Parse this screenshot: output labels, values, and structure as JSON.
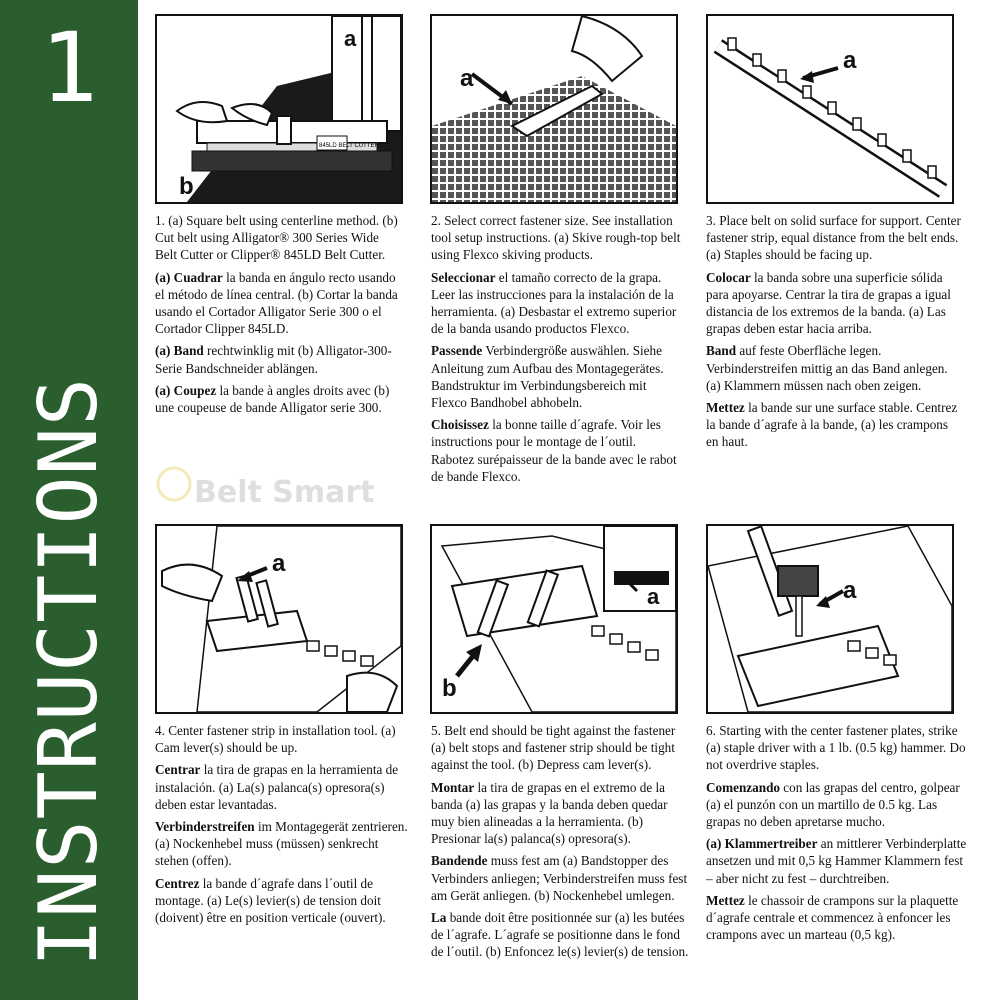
{
  "sidebar": {
    "step_number": "1",
    "title": "INSTRUCTIONS",
    "color": "#2b5e2f"
  },
  "watermark": {
    "text": "Belt Smart"
  },
  "panels": [
    {
      "labels": [
        "a",
        "b"
      ],
      "tool_label": "845LD BELT CUTTER"
    },
    {
      "labels": [
        "a"
      ]
    },
    {
      "labels": [
        "a"
      ]
    },
    {
      "labels": [
        "a"
      ]
    },
    {
      "labels": [
        "a",
        "b"
      ]
    },
    {
      "labels": [
        "a"
      ]
    }
  ],
  "steps": [
    {
      "en": "1. (a) Square belt using centerline method. (b) Cut belt using Alligator® 300 Series Wide Belt Cutter or Clipper® 845LD Belt Cutter.",
      "es_lead": "(a) Cuadrar",
      "es": " la banda en ángulo recto usando el método de línea central. (b) Cortar la banda usando el Cortador Alligator Serie 300 o el Cortador Clipper 845LD.",
      "de_lead": "(a) Band",
      "de": " rechtwinklig mit (b) Alligator-300-Serie Bandschneider ablängen.",
      "fr_lead": "(a) Coupez",
      "fr": " la bande à angles droits avec (b) une coupeuse de bande Alligator serie 300."
    },
    {
      "en": "2. Select correct fastener size. See installation tool setup instructions. (a) Skive rough-top belt using Flexco skiving products.",
      "es_lead": "Seleccionar",
      "es": " el tamaño correcto de la grapa. Leer las instrucciones para la instalación de la herramienta. (a) Desbastar el extremo superior de la banda usando productos Flexco.",
      "de_lead": "Passende",
      "de": " Verbindergröße auswählen. Siehe Anleitung zum Aufbau des Montagegerätes. Bandstruktur im Verbindungsbereich mit Flexco Bandhobel abhobeln.",
      "fr_lead": "Choisissez",
      "fr": " la bonne taille d´agrafe. Voir les instructions pour le montage de l´outil. Rabotez surépaisseur de la bande avec le rabot de bande Flexco."
    },
    {
      "en": "3. Place belt on solid surface for support. Center fastener strip, equal distance from the belt ends. (a) Staples should be facing up.",
      "es_lead": "Colocar",
      "es": " la banda sobre una superficie sólida para apoyarse. Centrar la tira de grapas a igual distancia de los extremos de la banda. (a) Las grapas deben estar hacia arriba.",
      "de_lead": "Band",
      "de": " auf feste Oberfläche legen. Verbinderstreifen mittig an das Band anlegen. (a) Klammern müssen nach oben zeigen.",
      "fr_lead": "Mettez",
      "fr": " la bande sur une surface stable. Centrez la bande d´agrafe à la bande, (a) les crampons en haut."
    },
    {
      "en": "4. Center fastener strip in installation tool. (a) Cam lever(s) should be up.",
      "es_lead": "Centrar",
      "es": " la tira de grapas en la herramienta de instalación. (a) La(s) palanca(s) opresora(s) deben estar levantadas.",
      "de_lead": "Verbinderstreifen",
      "de": " im Montagegerät zentrieren. (a) Nockenhebel muss (müssen) senkrecht stehen (offen).",
      "fr_lead": "Centrez",
      "fr": " la bande d´agrafe dans l´outil de montage. (a) Le(s) levier(s) de tension doit (doivent) être en position verticale (ouvert)."
    },
    {
      "en": "5. Belt end should be tight against the fastener (a) belt stops and fastener strip should be tight against the tool. (b) Depress cam lever(s).",
      "es_lead": "Montar",
      "es": " la tira de grapas en el extremo de la banda (a) las grapas y la banda deben quedar muy bien alineadas a la herramienta. (b) Presionar la(s) palanca(s) opresora(s).",
      "de_lead": "Bandende",
      "de": " muss fest am (a) Bandstopper des Verbinders anliegen; Verbinderstreifen muss fest am Gerät anliegen. (b) Nockenhebel umlegen.",
      "fr_lead": "La",
      "fr": " bande doit être positionnée sur (a) les butées de l´agrafe. L´agrafe se positionne dans le fond de l´outil. (b) Enfoncez le(s) levier(s) de tension."
    },
    {
      "en": "6. Starting with the center fastener plates, strike (a) staple driver with a 1 lb. (0.5 kg) hammer. Do not overdrive staples.",
      "es_lead": "Comenzando",
      "es": " con las grapas del centro, golpear (a) el punzón con un martillo de 0.5 kg.  Las grapas no deben apretarse mucho.",
      "de_lead": "(a) Klammertreiber",
      "de": " an mittlerer Verbinderplatte ansetzen und mit 0,5 kg Hammer Klammern fest – aber nicht zu fest – durchtreiben.",
      "fr_lead": "Mettez",
      "fr": " le chassoir de crampons sur la plaquette d´agrafe centrale et commencez à enfoncer les crampons avec un marteau (0,5 kg)."
    }
  ]
}
